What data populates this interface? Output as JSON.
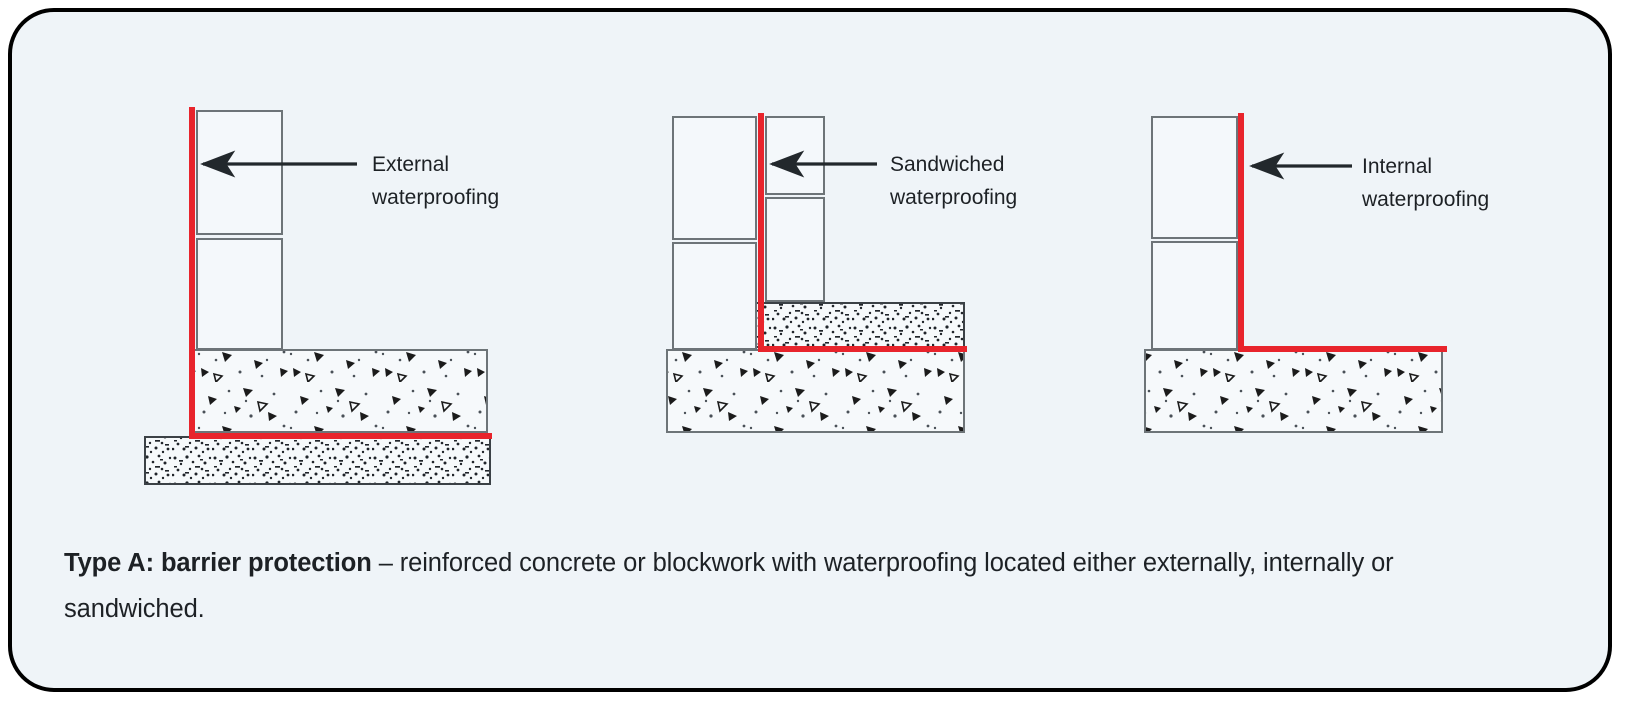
{
  "figure": {
    "title": "Type A barrier protection - waterproofing position diagram",
    "background_color": "#eff4f8",
    "border_color": "#000000",
    "membrane_color": "#e8242c",
    "outline_color": "#6d7478",
    "arrow_color": "#22282c",
    "text_color": "#1d2125"
  },
  "diagrams": [
    {
      "id": "external",
      "label_line1": "External",
      "label_line2": "waterproofing",
      "membrane_position": "outside face of wall and beneath slab"
    },
    {
      "id": "sandwiched",
      "label_line1": "Sandwiched",
      "label_line2": "waterproofing",
      "membrane_position": "between two wall leaves and beneath screed"
    },
    {
      "id": "internal",
      "label_line1": "Internal",
      "label_line2": "waterproofing",
      "membrane_position": "inside face of wall and over slab"
    }
  ],
  "caption": {
    "bold": "Type A: barrier protection",
    "rest": " – reinforced concrete or blockwork with waterproofing located either externally, internally or sandwiched."
  }
}
